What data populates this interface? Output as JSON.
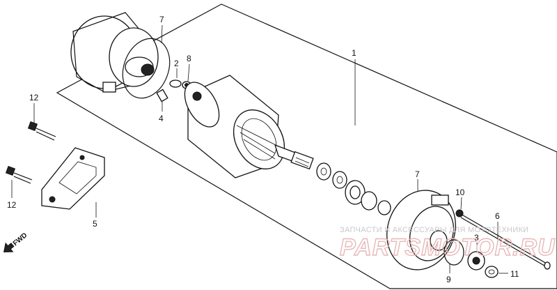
{
  "diagram": {
    "callouts": {
      "c1": "1",
      "c2": "2",
      "c3": "3",
      "c4": "4",
      "c5": "5",
      "c6": "6",
      "c7_top": "7",
      "c7_right": "7",
      "c8": "8",
      "c9": "9",
      "c10": "10",
      "c11": "11",
      "c12_top": "12",
      "c12_bottom": "12"
    },
    "direction_label": "FWD",
    "watermark": {
      "line1": "ЗАПЧАСТИ И АКСЕССУАРЫ ДЛЯ МОТОТЕХНИКИ",
      "line2": "PARTSMOTOR.RU"
    }
  }
}
